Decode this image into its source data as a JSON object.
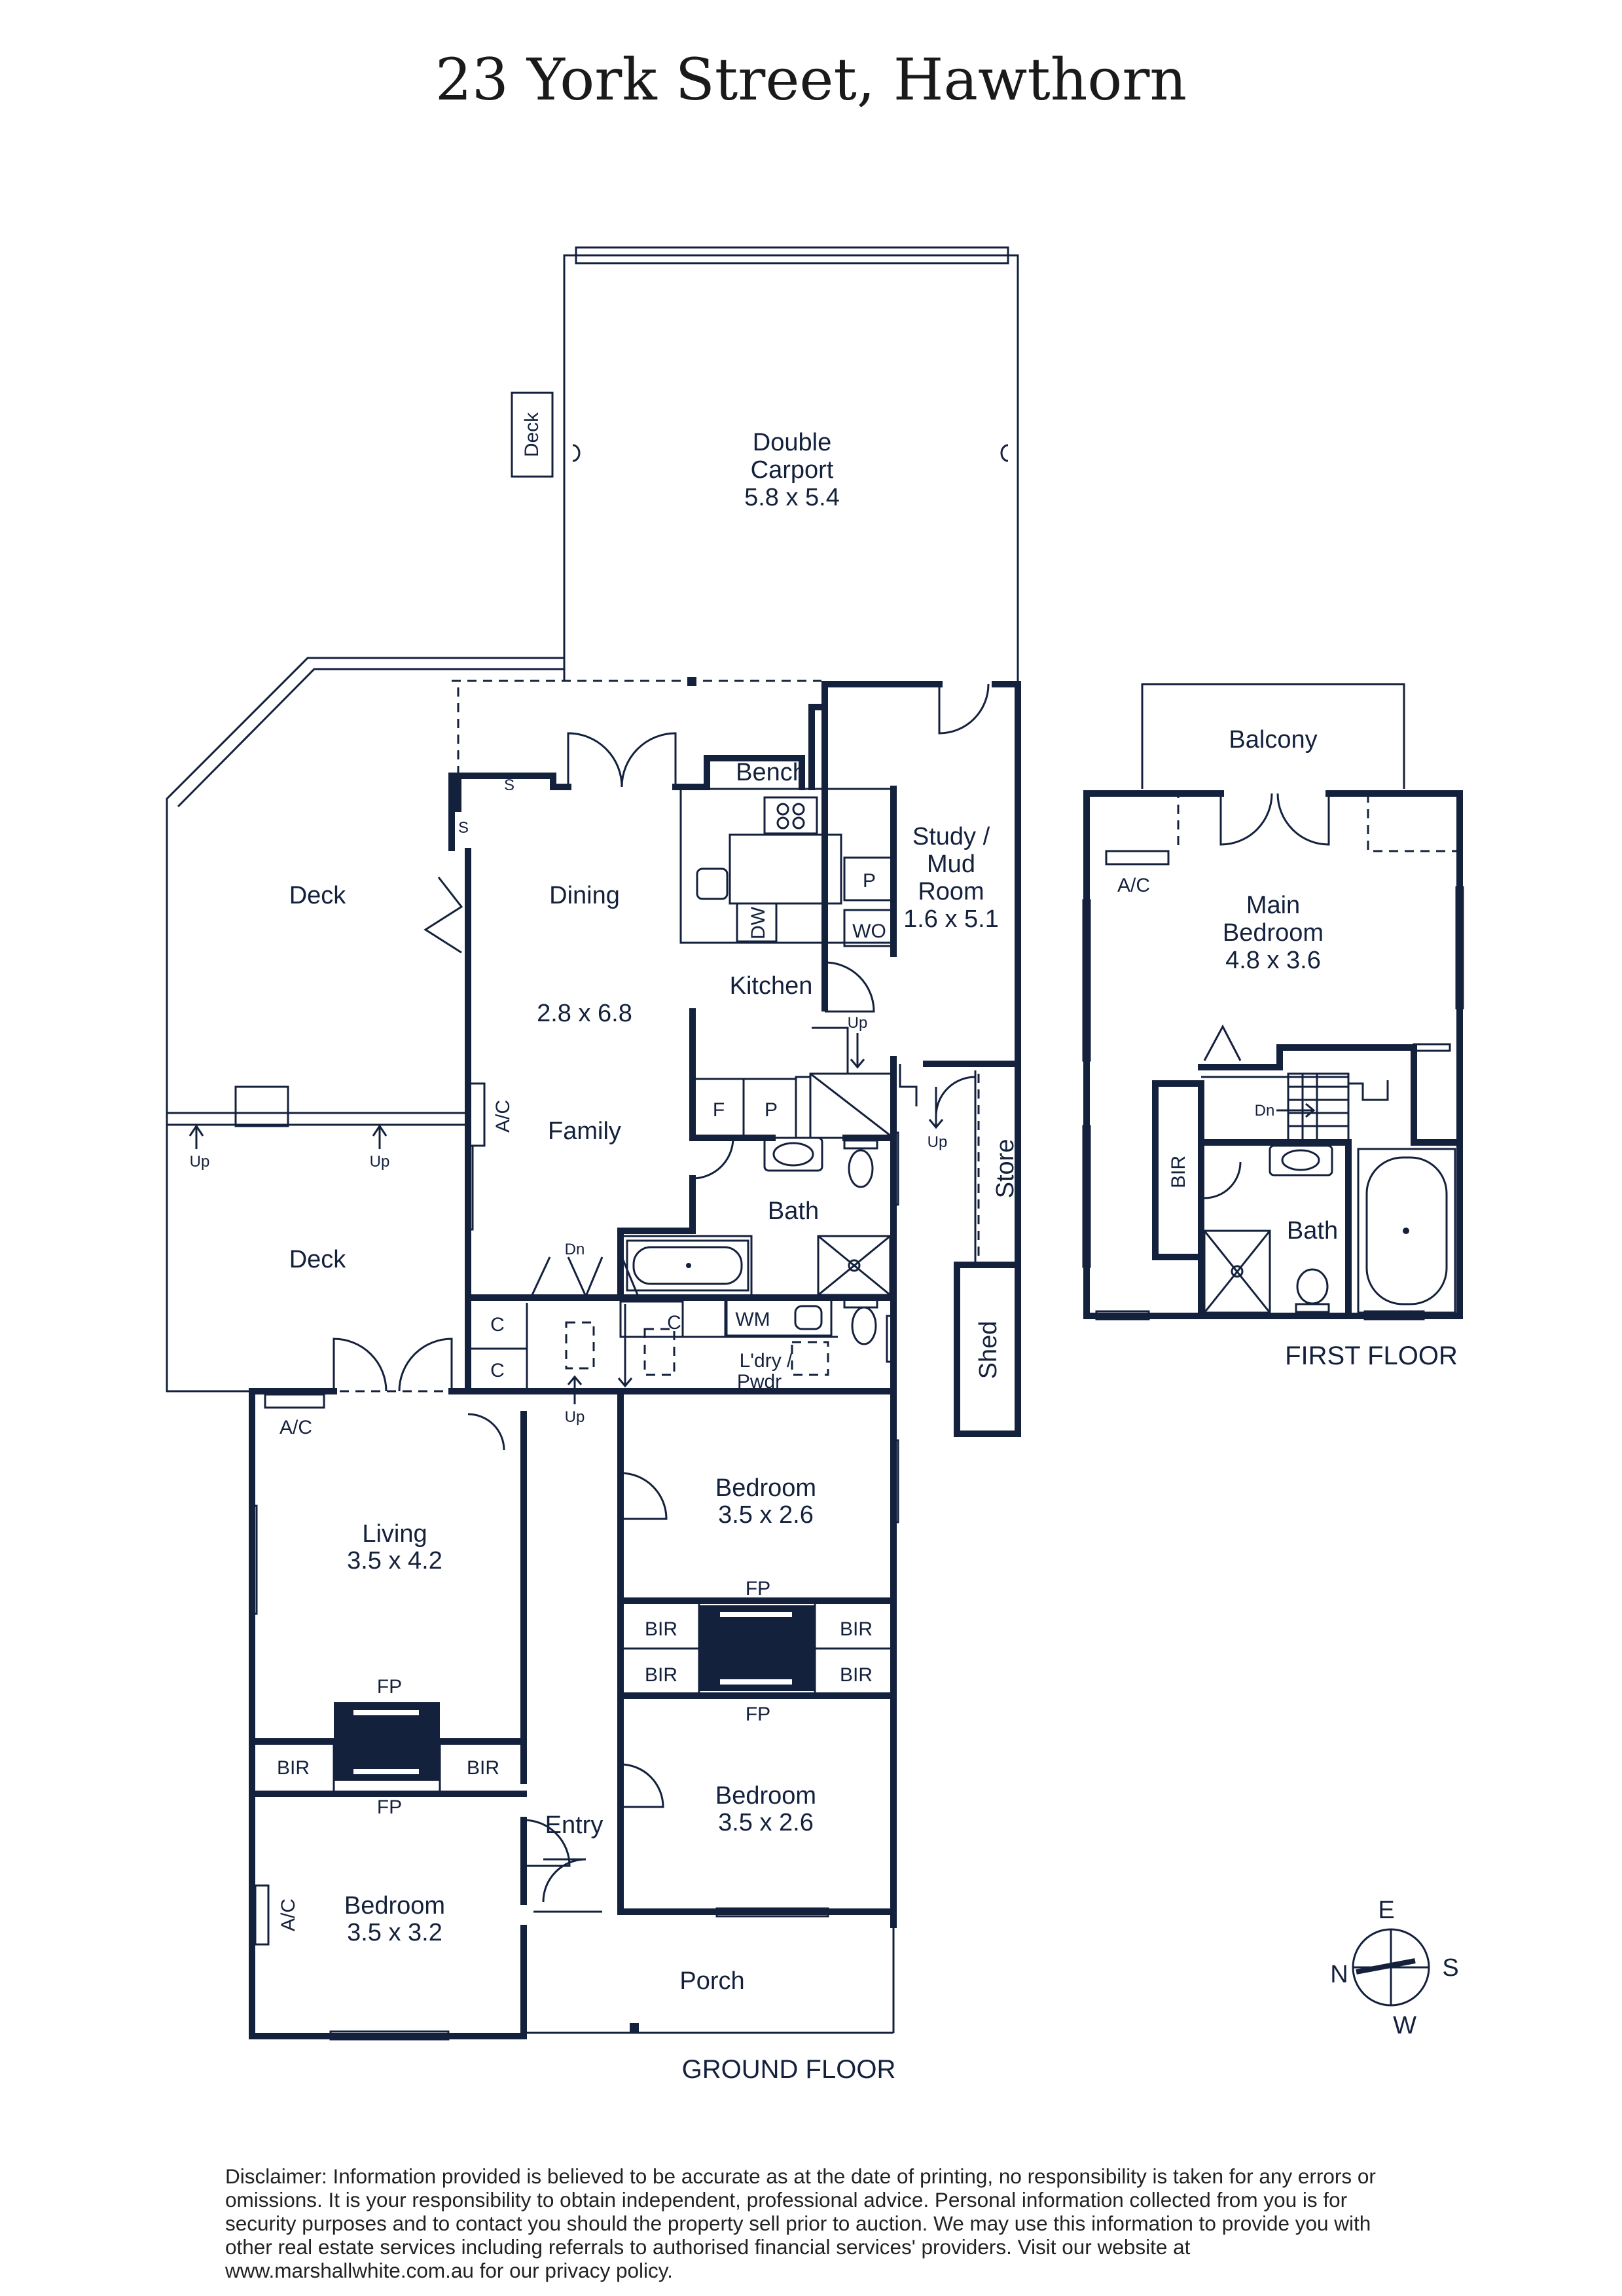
{
  "title": "23 York Street, Hawthorn",
  "rooms": {
    "carport_name": "Double",
    "carport_name2": "Carport",
    "carport_size": "5.8 x 5.4",
    "deck_top": "Deck",
    "deck_left": "Deck",
    "deck_lower": "Deck",
    "bench": "Bench",
    "dining": "Dining",
    "family_size": "2.8 x 6.8",
    "family": "Family",
    "kitchen": "Kitchen",
    "dw": "DW",
    "pantry": "P",
    "wo": "WO",
    "fridge": "F",
    "pantry2": "P",
    "study_l1": "Study /",
    "study_l2": "Mud",
    "study_l3": "Room",
    "study_size": "1.6 x 5.1",
    "store": "Store",
    "shed": "Shed",
    "bath": "Bath",
    "wm": "WM",
    "c1": "C",
    "c2": "C",
    "c3": "C",
    "laundry": "L'dry /",
    "pwdr": "Pwdr",
    "living": "Living",
    "living_size": "3.5 x 4.2",
    "bedroom_a": "Bedroom",
    "bedroom_a_size": "3.5 x 2.6",
    "bedroom_b": "Bedroom",
    "bedroom_b_size": "3.5 x 2.6",
    "bedroom_c": "Bedroom",
    "bedroom_c_size": "3.5 x 3.2",
    "entry": "Entry",
    "porch": "Porch",
    "fp": "FP",
    "bir": "BIR",
    "ac": "A/C",
    "up": "Up",
    "dn": "Dn",
    "s": "S",
    "balcony": "Balcony",
    "main_bedroom_l1": "Main",
    "main_bedroom_l2": "Bedroom",
    "main_bedroom_size": "4.8 x 3.6",
    "bath_upper": "Bath"
  },
  "floors": {
    "ground": "GROUND FLOOR",
    "first": "FIRST FLOOR"
  },
  "compass": {
    "n": "N",
    "e": "E",
    "s": "S",
    "w": "W"
  },
  "disclaimer": "Disclaimer: Information provided is believed to be accurate as at the date of printing, no responsibility is taken for any errors or omissions. It is your responsibility to obtain independent, professional advice. Personal information collected from you is for security purposes and to contact you should the property sell prior to auction. We may use this information to provide you with other real estate services including referrals to authorised financial services' providers. Visit our website at www.marshallwhite.com.au for our privacy policy.",
  "colors": {
    "ink": "#14213d",
    "fill_dark": "#14213d"
  }
}
